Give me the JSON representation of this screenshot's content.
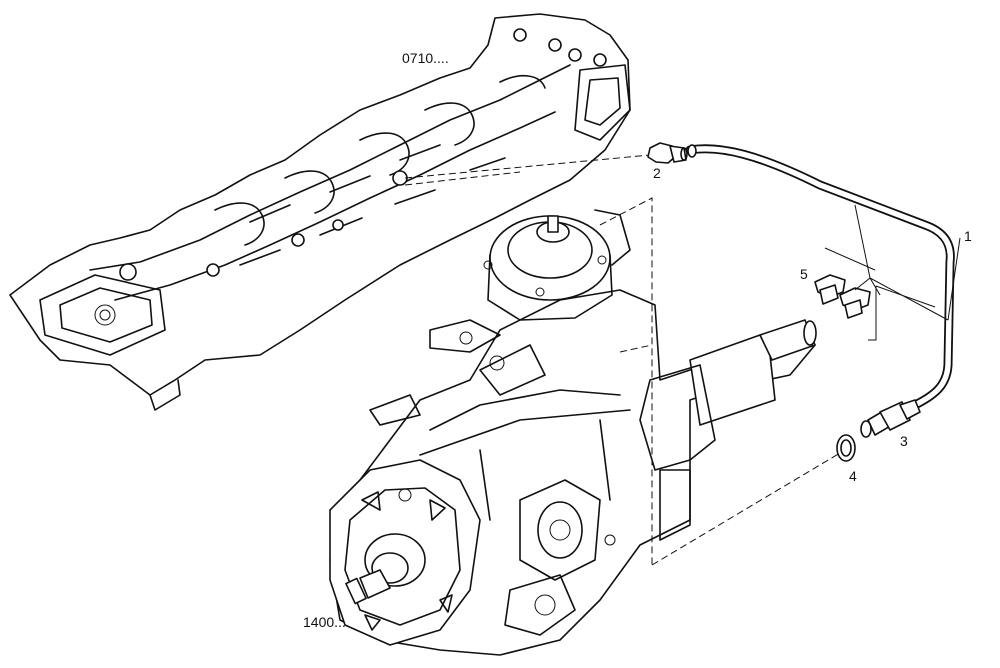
{
  "labels": {
    "manifold_ref": "0710....",
    "pump_ref": "1400....",
    "item_1": "1",
    "item_2": "2",
    "item_3": "3",
    "item_4": "4",
    "item_5": "5"
  },
  "icons": {
    "manifold": "exhaust-manifold-drawing",
    "pump": "injection-pump-drawing",
    "pipe": "pipe-drawing",
    "nut": "nut-drawing",
    "union": "union-fitting-drawing",
    "washer": "washer-drawing",
    "clips": "clip-drawing"
  }
}
